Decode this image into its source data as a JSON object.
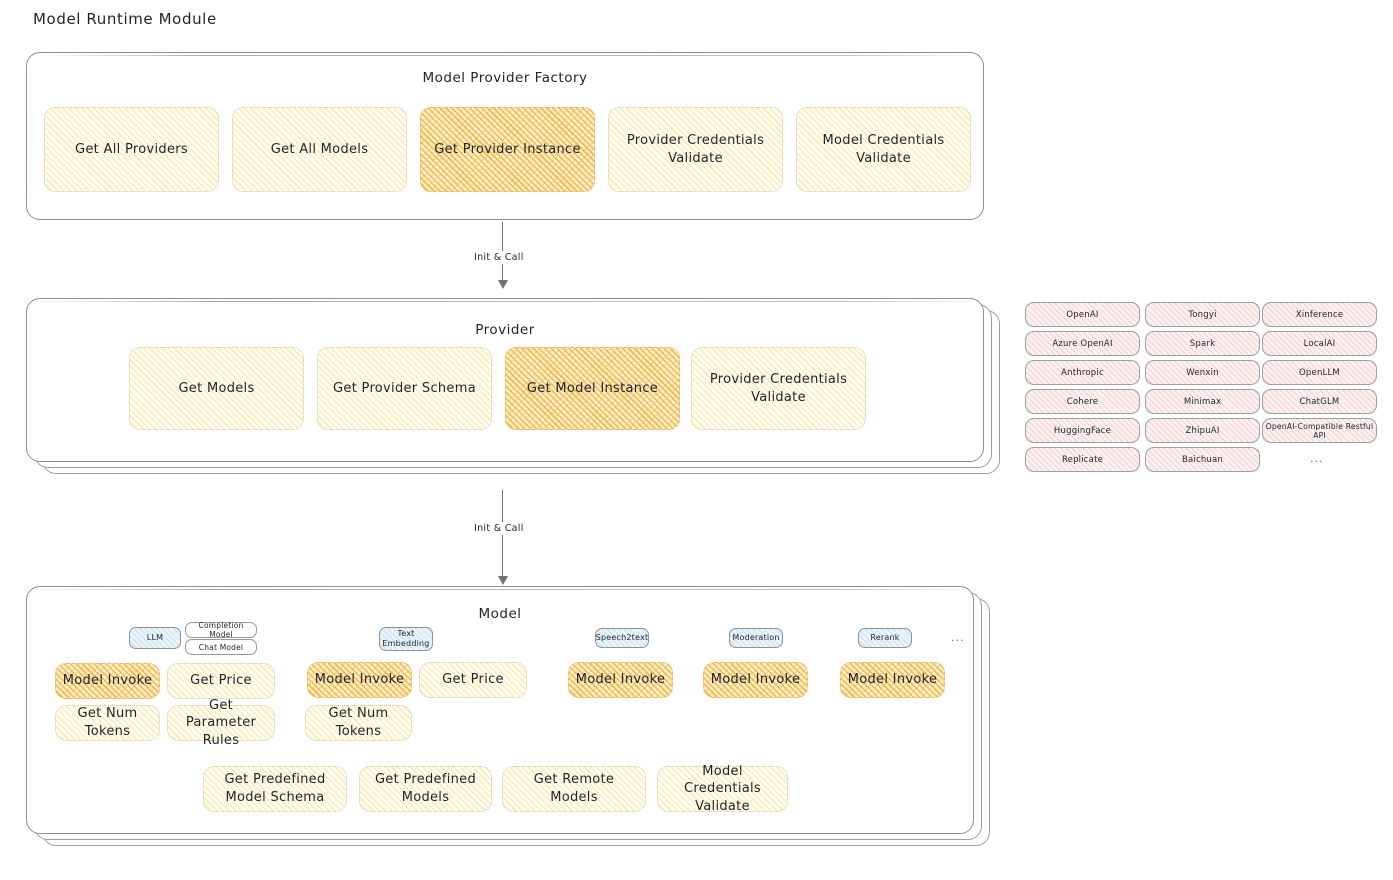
{
  "page": {
    "title": "Model Runtime Module"
  },
  "factory": {
    "title": "Model Provider Factory",
    "boxes": [
      {
        "label": "Get All Providers",
        "highlight": false
      },
      {
        "label": "Get All Models",
        "highlight": false
      },
      {
        "label": "Get Provider Instance",
        "highlight": true
      },
      {
        "label": "Provider Credentials Validate",
        "highlight": false
      },
      {
        "label": "Model Credentials Validate",
        "highlight": false
      }
    ]
  },
  "connector1": {
    "label": "Init & Call"
  },
  "provider": {
    "title": "Provider",
    "boxes": [
      {
        "label": "Get Models",
        "highlight": false
      },
      {
        "label": "Get Provider Schema",
        "highlight": false
      },
      {
        "label": "Get Model Instance",
        "highlight": true
      },
      {
        "label": "Provider Credentials Validate",
        "highlight": false
      }
    ]
  },
  "provider_list": {
    "columns": [
      {
        "items": [
          "OpenAI",
          "Azure OpenAI",
          "Anthropic",
          "Cohere",
          "HuggingFace",
          "Replicate"
        ]
      },
      {
        "items": [
          "Tongyi",
          "Spark",
          "Wenxin",
          "Minimax",
          "ZhipuAI",
          "Baichuan"
        ]
      },
      {
        "items": [
          "Xinference",
          "LocalAI",
          "OpenLLM",
          "ChatGLM",
          "OpenAI-Compatible Restful API"
        ],
        "ellipsis": "..."
      }
    ]
  },
  "connector2": {
    "label": "Init & Call"
  },
  "model": {
    "title": "Model",
    "more": "...",
    "types": [
      {
        "name": "LLM",
        "subtypes": [
          "Completion Model",
          "Chat Model"
        ],
        "methods": [
          {
            "label": "Model Invoke",
            "highlight": true
          },
          {
            "label": "Get Price",
            "highlight": false
          },
          {
            "label": "Get Num Tokens",
            "highlight": false
          },
          {
            "label": "Get Parameter Rules",
            "highlight": false
          }
        ]
      },
      {
        "name": "Text Embedding",
        "subtypes": [],
        "methods": [
          {
            "label": "Model Invoke",
            "highlight": true
          },
          {
            "label": "Get Price",
            "highlight": false
          },
          {
            "label": "Get Num Tokens",
            "highlight": false
          }
        ]
      },
      {
        "name": "Speech2text",
        "subtypes": [],
        "methods": [
          {
            "label": "Model Invoke",
            "highlight": true
          }
        ]
      },
      {
        "name": "Moderation",
        "subtypes": [],
        "methods": [
          {
            "label": "Model Invoke",
            "highlight": true
          }
        ]
      },
      {
        "name": "Rerank",
        "subtypes": [],
        "methods": [
          {
            "label": "Model Invoke",
            "highlight": true
          }
        ]
      }
    ],
    "shared_methods": [
      {
        "label": "Get Predefined Model Schema"
      },
      {
        "label": "Get Predefined Models"
      },
      {
        "label": "Get Remote Models"
      },
      {
        "label": "Model Credentials Validate"
      }
    ]
  },
  "colors": {
    "hatch_yellow": "#f7d46e",
    "hatch_orange": "#f0b030",
    "hatch_pink": "#e78c8c",
    "hatch_blue": "#96c3e6",
    "stroke": "#8c8f94",
    "text": "#1f2329"
  }
}
